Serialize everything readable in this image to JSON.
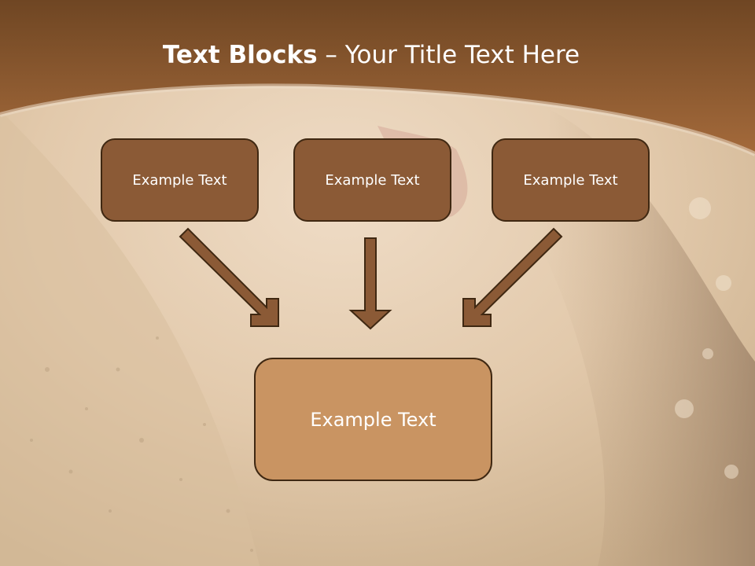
{
  "title": {
    "bold": "Text Blocks",
    "rest": " – Your Title Text Here"
  },
  "blocks": {
    "top": [
      "Example Text",
      "Example Text",
      "Example Text"
    ],
    "bottom": "Example Text"
  },
  "colors": {
    "header": "#8a5a31",
    "top_box": "#8b5a36",
    "bottom_box": "#c99462",
    "arrow": "#8b5a36",
    "outline": "#3f2812"
  }
}
